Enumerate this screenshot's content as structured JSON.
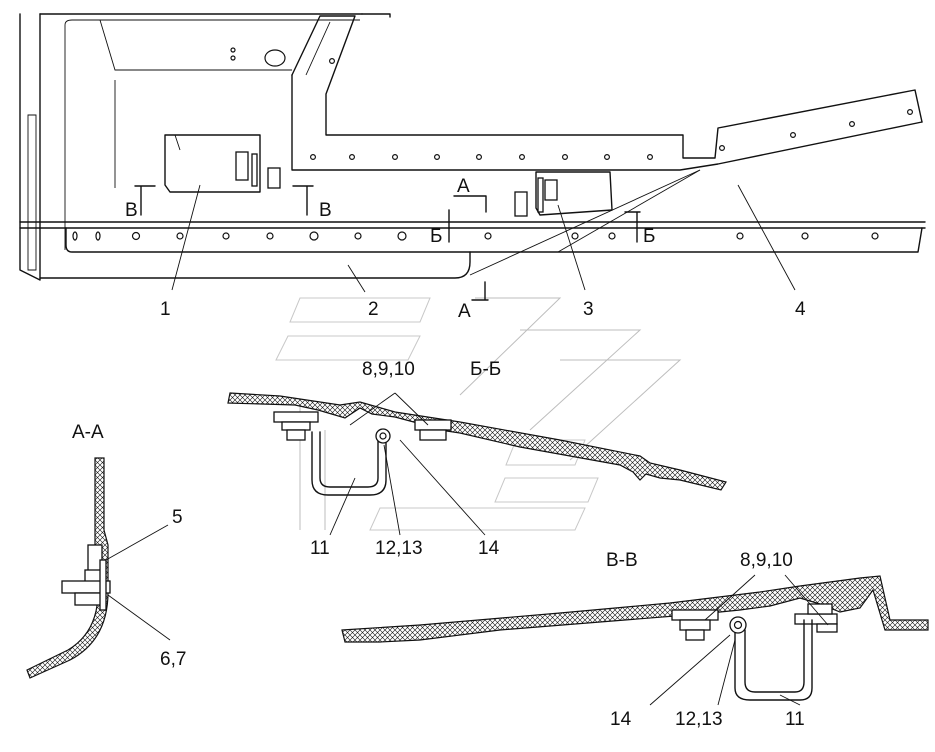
{
  "section_titles": {
    "a_a": "А-А",
    "b_b": "Б-Б",
    "v_v": "В-В"
  },
  "section_markers": {
    "a": "А",
    "b": "Б",
    "v": "В"
  },
  "callouts": {
    "c1": "1",
    "c2": "2",
    "c3": "3",
    "c4": "4",
    "c5": "5",
    "c6_7": "6,7",
    "c8_9_10": "8,9,10",
    "c11": "11",
    "c12_13": "12,13",
    "c14": "14"
  }
}
